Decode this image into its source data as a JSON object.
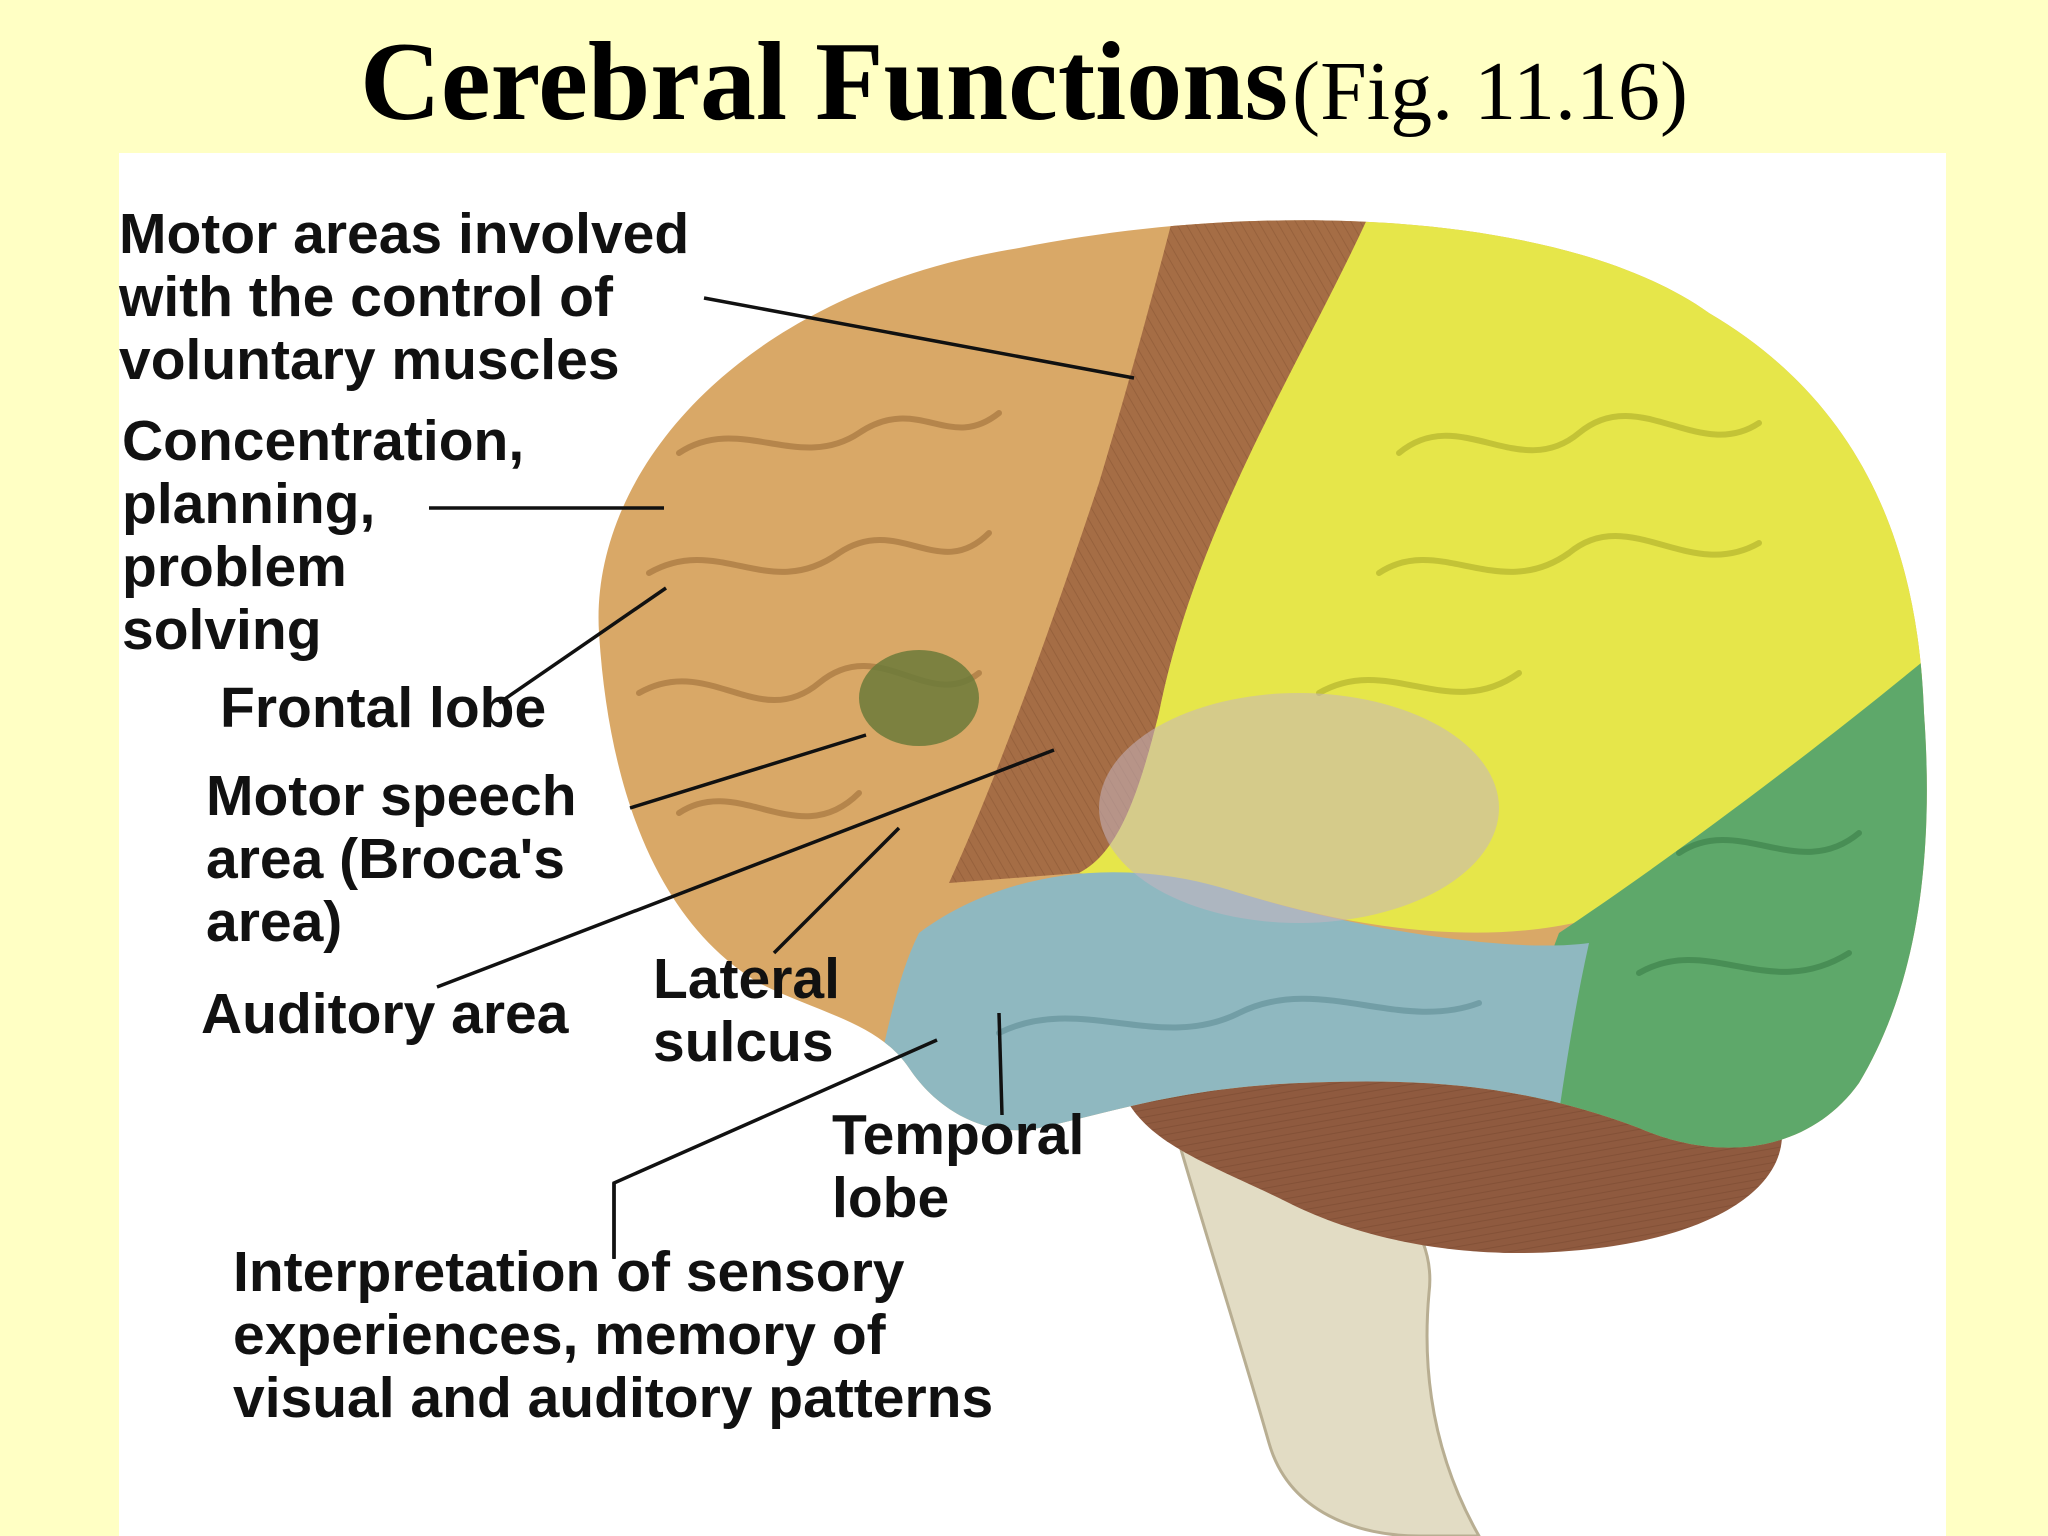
{
  "title": {
    "main": "Cerebral Functions",
    "reference": "(Fig. 11.16)"
  },
  "colors": {
    "background": "#ffffc4",
    "frontal_lobe": "#d9a867",
    "motor_strip": "#a56d45",
    "parietal_lobe": "#e6e64a",
    "occipital_lobe": "#5ea86a",
    "temporal_lobe": "#8fb8c0",
    "cerebellum": "#8f5a3f",
    "brainstem": "#e2dcc4"
  },
  "labels": {
    "motor_areas": "Motor areas involved\nwith the control of\nvoluntary muscles",
    "concentration": "Concentration,\nplanning,\nproblem\nsolving",
    "frontal_lobe": "Frontal lobe",
    "motor_speech": "Motor speech\narea (Broca's\narea)",
    "auditory_area": "Auditory area",
    "lateral_sulcus": "Lateral\nsulcus",
    "temporal_lobe": "Temporal\nlobe",
    "interpretation": "Interpretation of sensory\nexperiences, memory of\nvisual and auditory patterns"
  }
}
